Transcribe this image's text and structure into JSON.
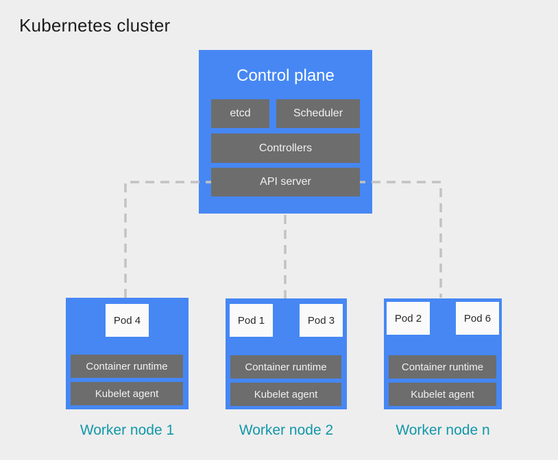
{
  "page": {
    "title": "Kubernetes cluster"
  },
  "control_plane": {
    "title": "Control plane",
    "components": {
      "etcd": "etcd",
      "scheduler": "Scheduler",
      "controllers": "Controllers",
      "api_server": "API server"
    }
  },
  "workers": [
    {
      "label": "Worker node 1",
      "pods": [
        "Pod 4"
      ],
      "components": [
        "Container runtime",
        "Kubelet agent"
      ]
    },
    {
      "label": "Worker node 2",
      "pods": [
        "Pod 1",
        "Pod 3"
      ],
      "components": [
        "Container runtime",
        "Kubelet agent"
      ]
    },
    {
      "label": "Worker node n",
      "pods": [
        "Pod 2",
        "Pod 6"
      ],
      "components": [
        "Container runtime",
        "Kubelet agent"
      ]
    }
  ],
  "colors": {
    "background": "#EEEEEE",
    "node_blue": "#4687F4",
    "component_gray": "#6D6D6D",
    "pod_white": "#FAFAFA",
    "label_teal": "#1197A9",
    "dash_gray": "#C2C2C2"
  }
}
